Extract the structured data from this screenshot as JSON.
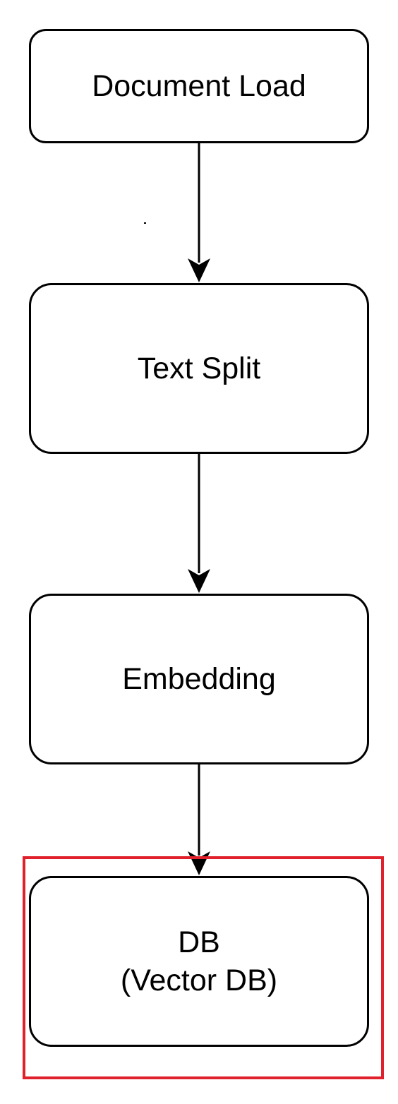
{
  "diagram": {
    "nodes": [
      {
        "id": "document-load",
        "lines": [
          "Document Load"
        ]
      },
      {
        "id": "text-split",
        "lines": [
          "Text Split"
        ]
      },
      {
        "id": "embedding",
        "lines": [
          "Embedding"
        ]
      },
      {
        "id": "db",
        "lines": [
          "DB",
          "(Vector DB)"
        ]
      }
    ],
    "edges": [
      {
        "from": "document-load",
        "to": "text-split"
      },
      {
        "from": "text-split",
        "to": "embedding"
      },
      {
        "from": "embedding",
        "to": "db"
      }
    ],
    "highlight": {
      "target": "db",
      "color": "#e0202a"
    },
    "colors": {
      "stroke": "#000000",
      "background": "#ffffff"
    }
  }
}
